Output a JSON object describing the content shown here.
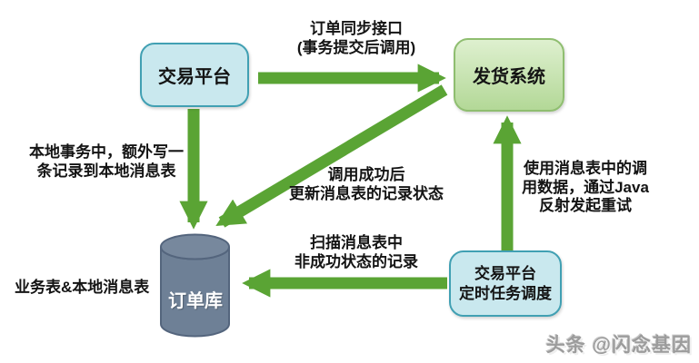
{
  "diagram": {
    "nodes": {
      "trade_platform": {
        "label": "交易平台"
      },
      "shipping_system": {
        "label": "发货系统"
      },
      "order_db": {
        "label": "订单库"
      },
      "scheduler": {
        "line1": "交易平台",
        "line2": "定时任务调度"
      }
    },
    "edge_labels": {
      "order_sync": {
        "line1": "订单同步接口",
        "line2": "(事务提交后调用)"
      },
      "local_tx": {
        "line1": "本地事务中，额外写一",
        "line2": "条记录到本地消息表"
      },
      "update_status": {
        "line1": "调用成功后",
        "line2": "更新消息表的记录状态"
      },
      "scan": {
        "line1": "扫描消息表中",
        "line2": "非成功状态的记录"
      },
      "retry": {
        "line1": "使用消息表中的调",
        "line2": "用数据，通过Java",
        "line3": "反射发起重试"
      },
      "table_note": "业务表&本地消息表"
    },
    "watermark": "头条 @闪念基因",
    "colors": {
      "arrow_green": "#5aa434",
      "node_cyan_fill": "#c9e8ee",
      "node_cyan_border": "#41a0b3",
      "node_green_fill_top": "#def0cf",
      "node_green_fill_bottom": "#b3d897",
      "node_green_border": "#8fbe70",
      "cylinder_fill": "#6e8096",
      "cylinder_top_fill": "#77889d",
      "cylinder_border": "#54657d"
    }
  }
}
